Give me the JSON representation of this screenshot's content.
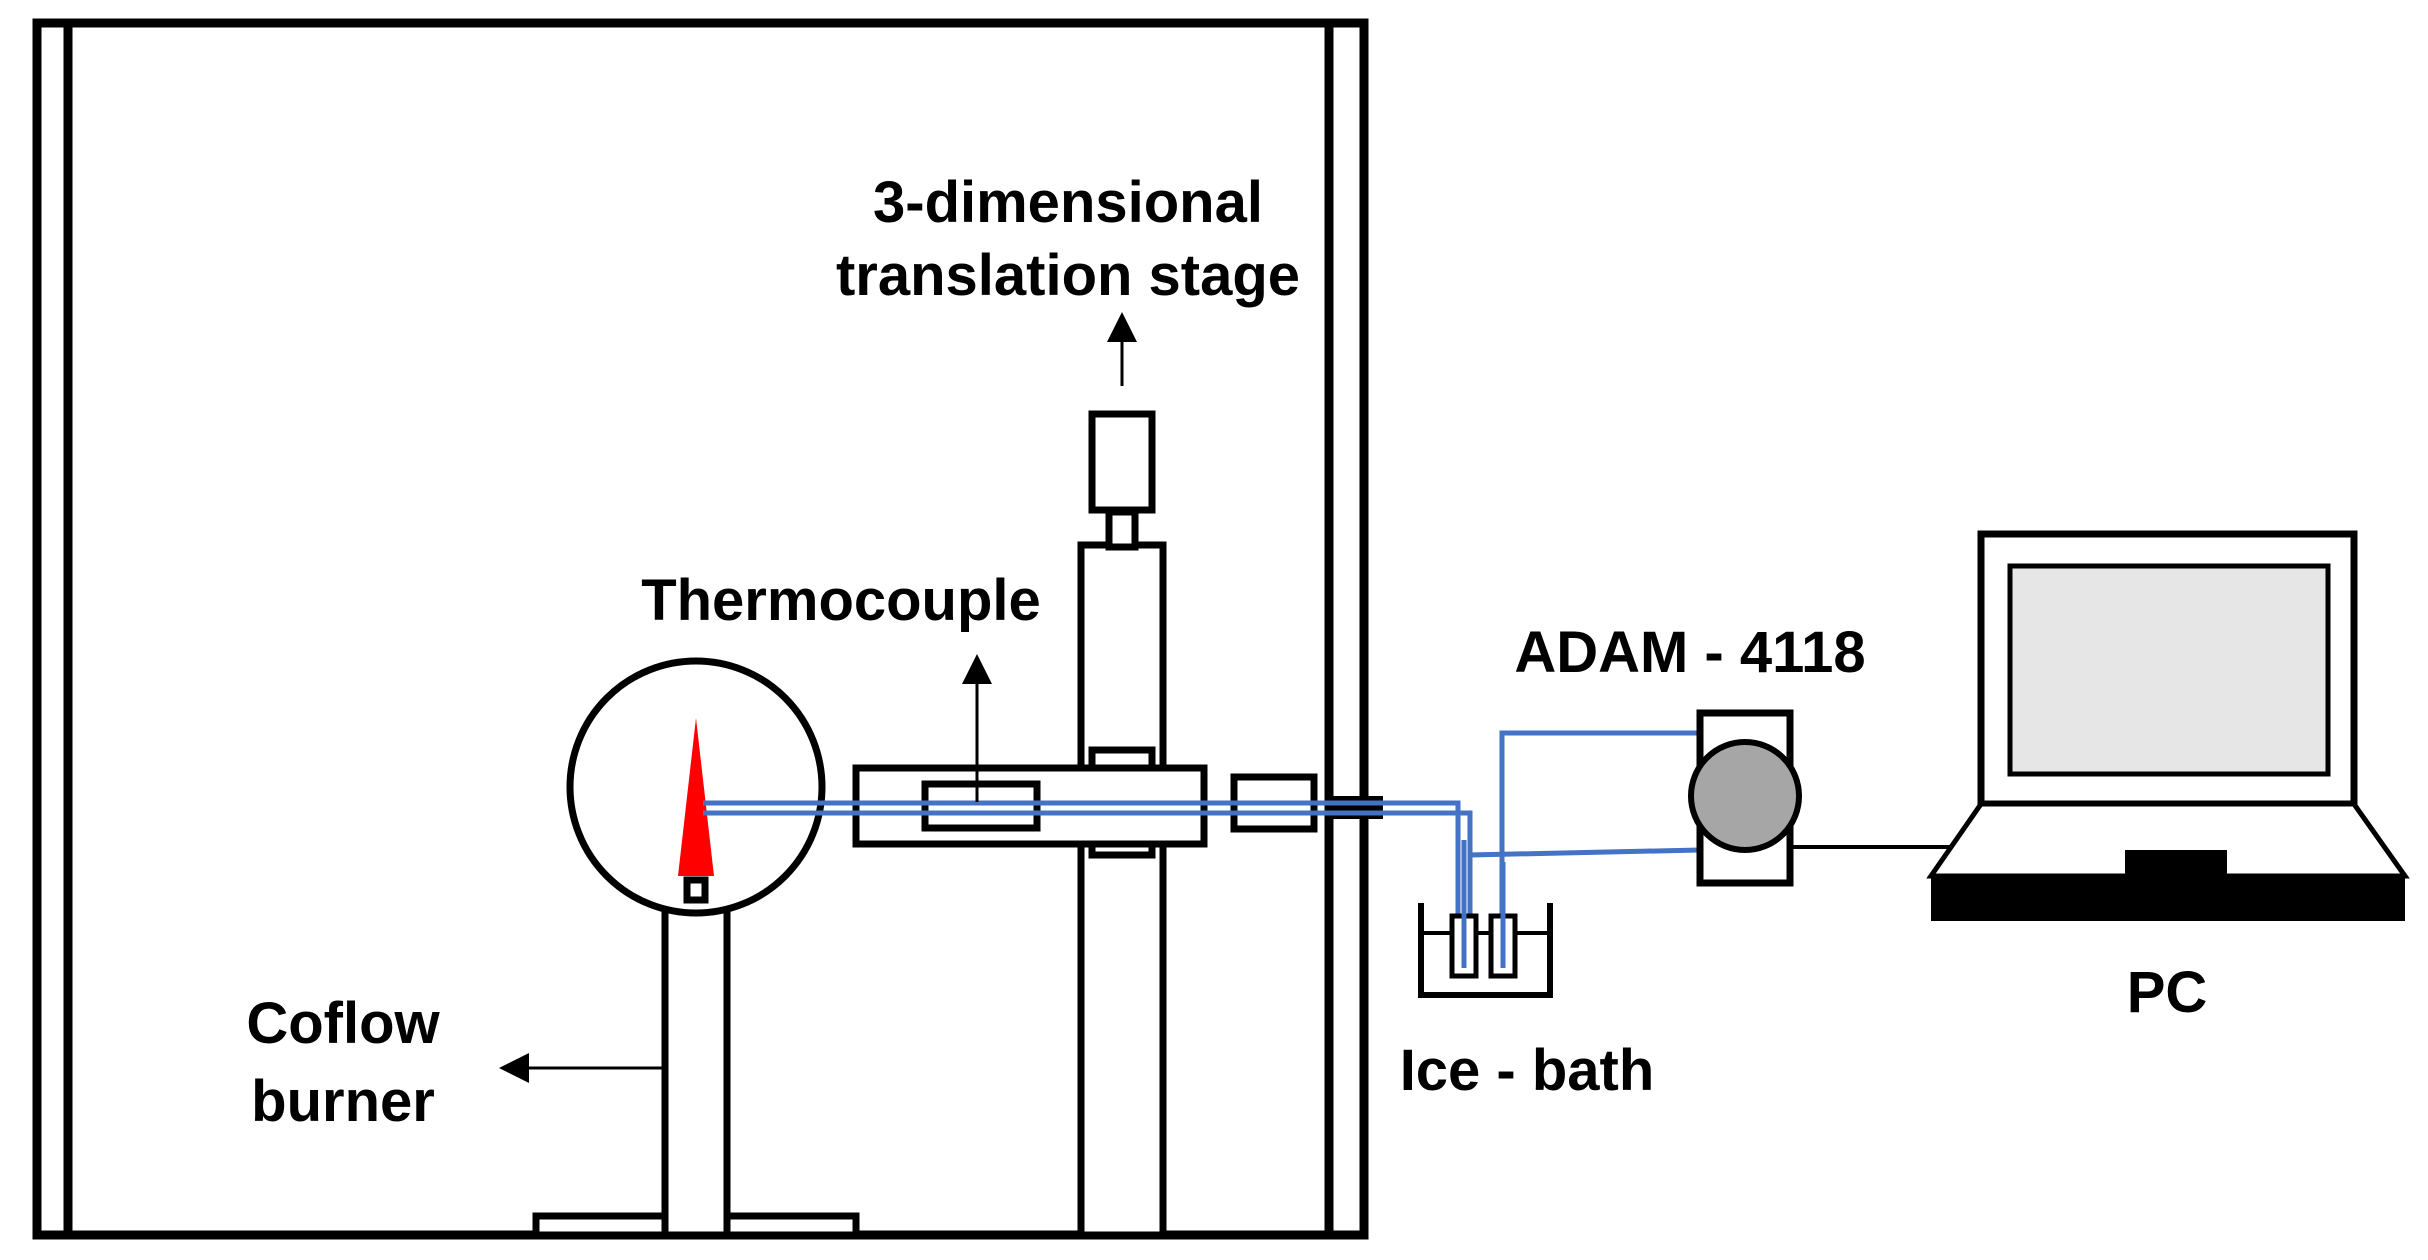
{
  "labels": {
    "stage_line1": "3-dimensional",
    "stage_line2": "translation stage",
    "thermocouple": "Thermocouple",
    "adam": "ADAM - 4118",
    "burner_line1": "Coflow",
    "burner_line2": "burner",
    "ice_bath": "Ice - bath",
    "pc": "PC"
  },
  "colors": {
    "wire": "#4472C4",
    "flame": "#FF0000",
    "outline": "#000000",
    "screen": "#E6E6E6",
    "module_disc": "#A6A6A6"
  }
}
